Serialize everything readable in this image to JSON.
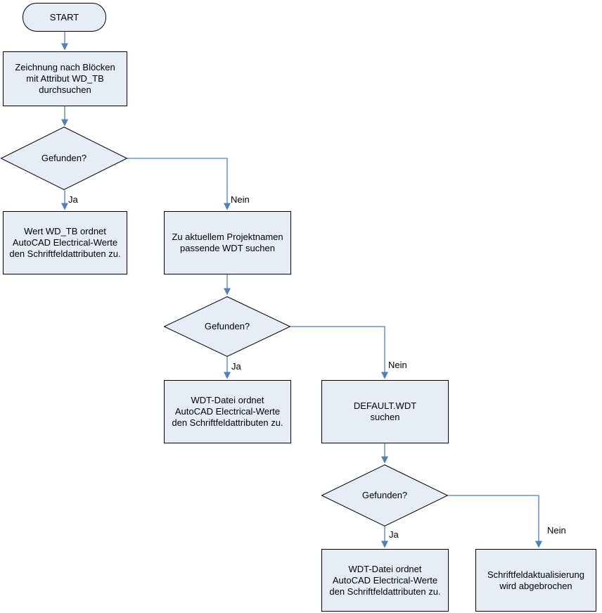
{
  "diagram": {
    "language": "de",
    "nodes": {
      "start": {
        "type": "terminator",
        "label": "START"
      },
      "search_blocks": {
        "type": "process",
        "label": "Zeichnung nach Blöcken\nmit Attribut WD_TB\ndurchsuchen"
      },
      "decision_1": {
        "type": "decision",
        "label": "Gefunden?"
      },
      "assign_wd_tb": {
        "type": "process",
        "label": "Wert WD_TB ordnet\nAutoCAD Electrical-Werte\nden Schriftfeldattributen zu."
      },
      "search_project_wdt": {
        "type": "process",
        "label": "Zu aktuellem Projektnamen\npassende WDT suchen"
      },
      "decision_2": {
        "type": "decision",
        "label": "Gefunden?"
      },
      "assign_wdt_file_1": {
        "type": "process",
        "label": "WDT-Datei ordnet\nAutoCAD Electrical-Werte\nden Schriftfeldattributen zu."
      },
      "search_default_wdt": {
        "type": "process",
        "label": "DEFAULT.WDT\nsuchen"
      },
      "decision_3": {
        "type": "decision",
        "label": "Gefunden?"
      },
      "assign_wdt_file_2": {
        "type": "process",
        "label": "WDT-Datei ordnet\nAutoCAD Electrical-Werte\nden Schriftfeldattributen zu."
      },
      "abort": {
        "type": "process",
        "label": "Schriftfeldaktualisierung\nwird abgebrochen"
      }
    },
    "edge_labels": {
      "decision_1_yes": "Ja",
      "decision_1_no": "Nein",
      "decision_2_yes": "Ja",
      "decision_2_no": "Nein",
      "decision_3_yes": "Ja",
      "decision_3_no": "Nein"
    },
    "colors": {
      "shape_fill": "#e6edf7",
      "shape_border": "#000000",
      "connector": "#4f81bd",
      "text": "#000000",
      "background": "#ffffff"
    }
  }
}
